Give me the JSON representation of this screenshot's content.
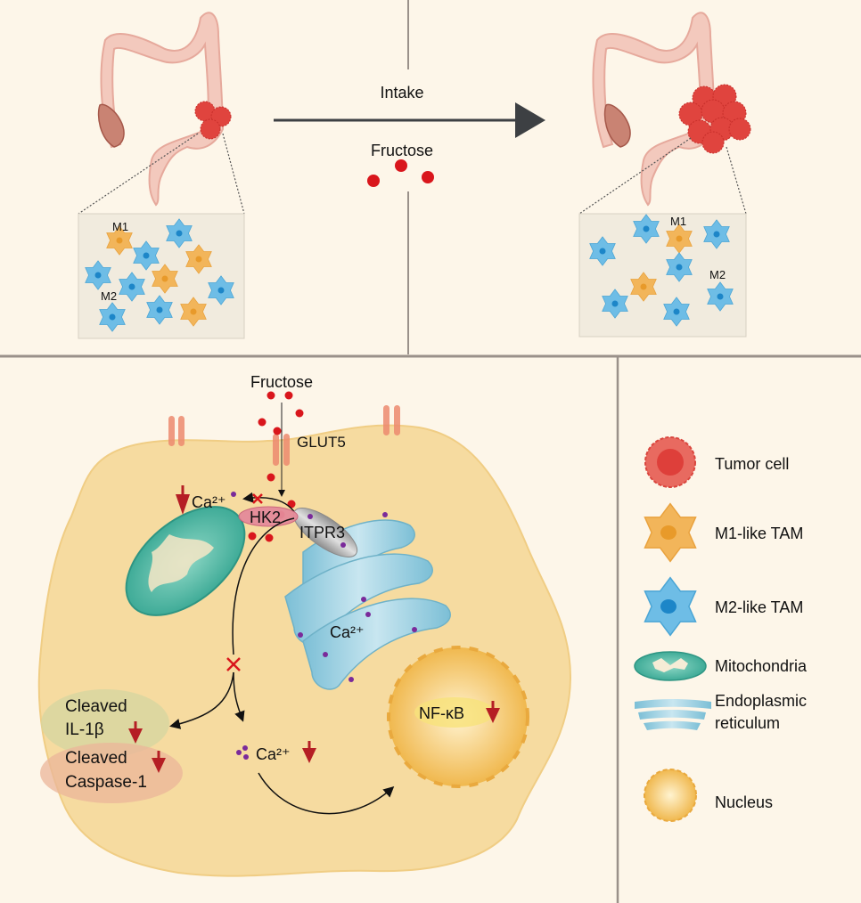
{
  "top_panel": {
    "arrow_label_top": "Intake",
    "arrow_label_bottom": "Fructose",
    "left_inset": {
      "m1_label": "M1",
      "m2_label": "M2"
    },
    "right_inset": {
      "m1_label": "M1",
      "m2_label": "M2"
    }
  },
  "cell_panel": {
    "fructose_label": "Fructose",
    "transporter_label": "GLUT5",
    "mito_ca_label": "Ca²⁺",
    "hk2_label": "HK2",
    "itpr3_label": "ITPR3",
    "er_ca_label": "Ca²⁺",
    "cyto_ca_label": "Ca²⁺",
    "il1b_line1": "Cleaved",
    "il1b_line2": "IL-1β",
    "casp_line1": "Cleaved",
    "casp_line2": "Caspase-1",
    "nfkb_label": "NF-κB"
  },
  "legend": {
    "items": [
      {
        "icon": "tumor-cell-icon",
        "label": "Tumor cell"
      },
      {
        "icon": "m1-tam-icon",
        "label": "M1-like TAM"
      },
      {
        "icon": "m2-tam-icon",
        "label": "M2-like TAM"
      },
      {
        "icon": "mitochondria-icon",
        "label": "Mitochondria"
      },
      {
        "icon": "er-icon",
        "label_line1": "Endoplasmic",
        "label_line2": "reticulum"
      },
      {
        "icon": "nucleus-icon",
        "label": "Nucleus"
      }
    ]
  },
  "colors": {
    "background": "#fdf6e9",
    "divider": "#9a918a",
    "fructose": "#d9161c",
    "tumor": "#e0443e",
    "m1": "#f0b350",
    "m2": "#5cb3e0",
    "mito": "#3aae9a",
    "er": "#8ccbe0",
    "nucleus": "#f2be5c",
    "cell_body": "#f6dba0",
    "down_arrow": "#b51e24"
  }
}
